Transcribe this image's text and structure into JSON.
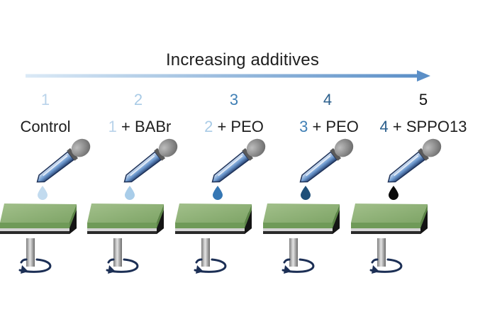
{
  "title": "Increasing additives",
  "steps": [
    {
      "number": "1",
      "number_color": "#b9d3ea",
      "prefix": "",
      "prefix_color": "#b9d3ea",
      "label": "Control",
      "drop_color": "#c2dbef"
    },
    {
      "number": "2",
      "number_color": "#a9cbe6",
      "prefix": "1",
      "prefix_color": "#b9d3ea",
      "label": " + BABr",
      "drop_color": "#a9cde9"
    },
    {
      "number": "3",
      "number_color": "#3f7fb5",
      "prefix": "2",
      "prefix_color": "#a9cbe6",
      "label": " + PEO",
      "drop_color": "#3677b4"
    },
    {
      "number": "4",
      "number_color": "#2b5f8c",
      "prefix": "3",
      "prefix_color": "#3f7fb5",
      "label": " + PEO",
      "drop_color": "#1f4f78"
    },
    {
      "number": "5",
      "number_color": "#111111",
      "prefix": "4",
      "prefix_color": "#2b5f8c",
      "label": " + SPPO13",
      "drop_color": "#0a0a0a"
    }
  ],
  "colors": {
    "arrow_start": "#dbeaf6",
    "arrow_end": "#5b8fc7",
    "film": "#8fb178",
    "pipette_glass": "#6f9bd0",
    "pipette_bulb": "#8c8c8c",
    "spin_arrow": "#1c2f55"
  }
}
